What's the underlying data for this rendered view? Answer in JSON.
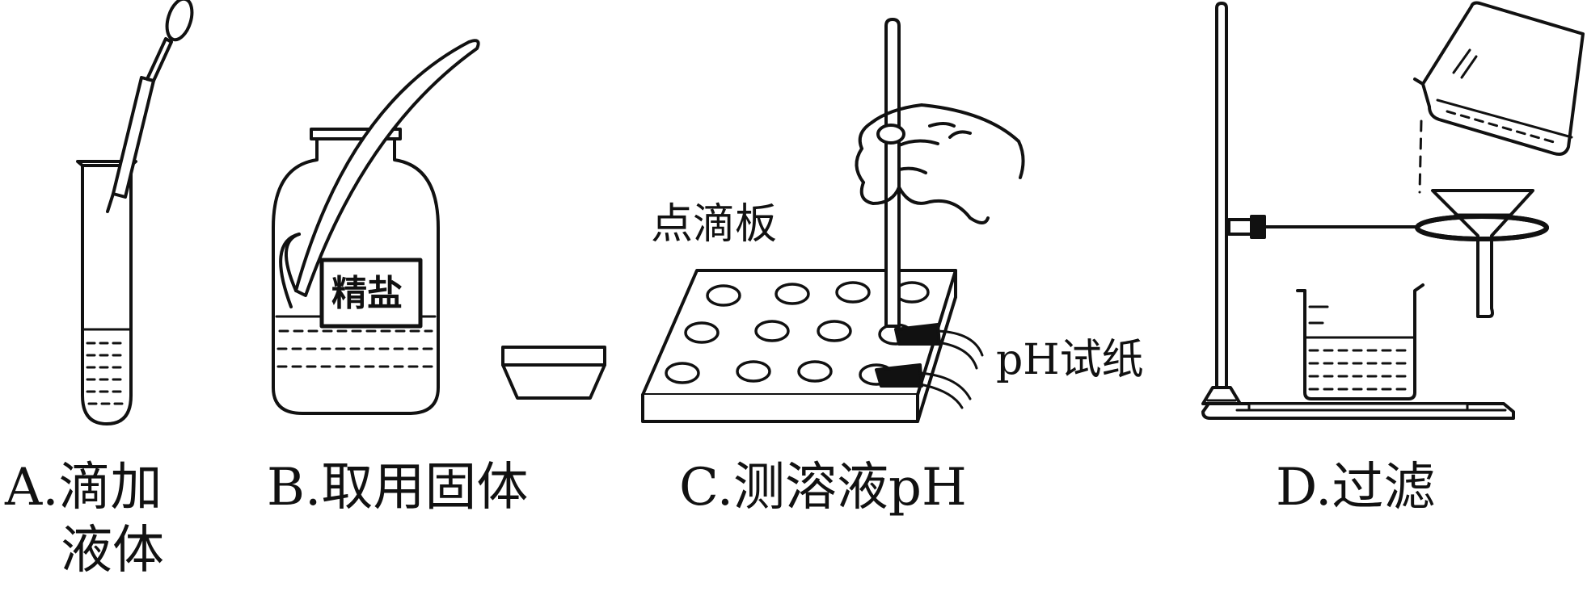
{
  "panels": [
    {
      "id": "A",
      "caption_line1": "A.滴加",
      "caption_line2": "液体"
    },
    {
      "id": "B",
      "caption": "B.取用固体",
      "bottle_label": "精盐"
    },
    {
      "id": "C",
      "caption": "C.测溶液pH",
      "plate_label": "点滴板",
      "paper_label": "pH试纸"
    },
    {
      "id": "D",
      "caption": "D.过滤"
    }
  ]
}
